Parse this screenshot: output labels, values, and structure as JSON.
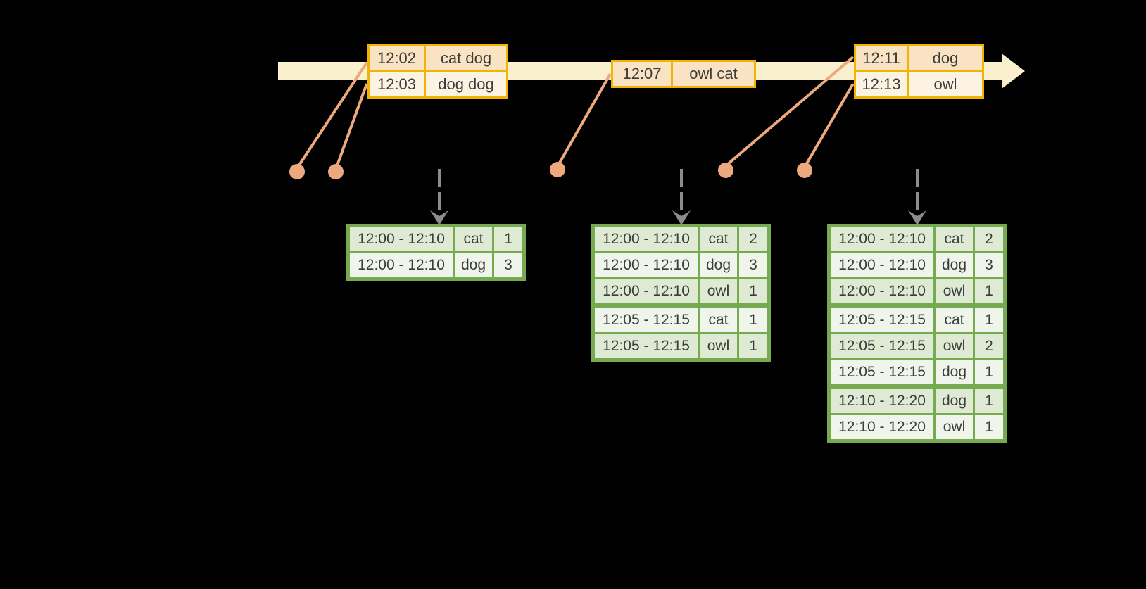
{
  "colors": {
    "background": "#000000",
    "timeline_band": "#FAF0CE",
    "event_table_border": "#F1B403",
    "event_row_peach": "#FAE3C3",
    "event_row_cream": "#FDF3E2",
    "connector_salmon": "#EDA87D",
    "result_table_border": "#75AA4E",
    "result_row_green": "#DEEAD4",
    "result_row_white": "#F0F5EB",
    "trigger_arrow_gray": "#8C8C8C",
    "text": "#3C3C3C"
  },
  "event_tables": [
    {
      "rows": [
        [
          "12:02",
          "cat dog"
        ],
        [
          "12:03",
          "dog dog"
        ]
      ]
    },
    {
      "rows": [
        [
          "12:07",
          "owl cat"
        ]
      ]
    },
    {
      "rows": [
        [
          "12:11",
          "dog"
        ],
        [
          "12:13",
          "owl"
        ]
      ]
    }
  ],
  "result_tables": [
    {
      "rows": [
        [
          "12:00 - 12:10",
          "cat",
          "1"
        ],
        [
          "12:00 - 12:10",
          "dog",
          "3"
        ]
      ]
    },
    {
      "rows": [
        [
          "12:00 - 12:10",
          "cat",
          "2"
        ],
        [
          "12:00 - 12:10",
          "dog",
          "3"
        ],
        [
          "12:00 - 12:10",
          "owl",
          "1"
        ],
        [
          "12:05 - 12:15",
          "cat",
          "1"
        ],
        [
          "12:05 - 12:15",
          "owl",
          "1"
        ]
      ]
    },
    {
      "rows": [
        [
          "12:00 - 12:10",
          "cat",
          "2"
        ],
        [
          "12:00 - 12:10",
          "dog",
          "3"
        ],
        [
          "12:00 - 12:10",
          "owl",
          "1"
        ],
        [
          "12:05 - 12:15",
          "cat",
          "1"
        ],
        [
          "12:05 - 12:15",
          "owl",
          "2"
        ],
        [
          "12:05 - 12:15",
          "dog",
          "1"
        ],
        [
          "12:10 - 12:20",
          "dog",
          "1"
        ],
        [
          "12:10 - 12:20",
          "owl",
          "1"
        ]
      ]
    }
  ]
}
